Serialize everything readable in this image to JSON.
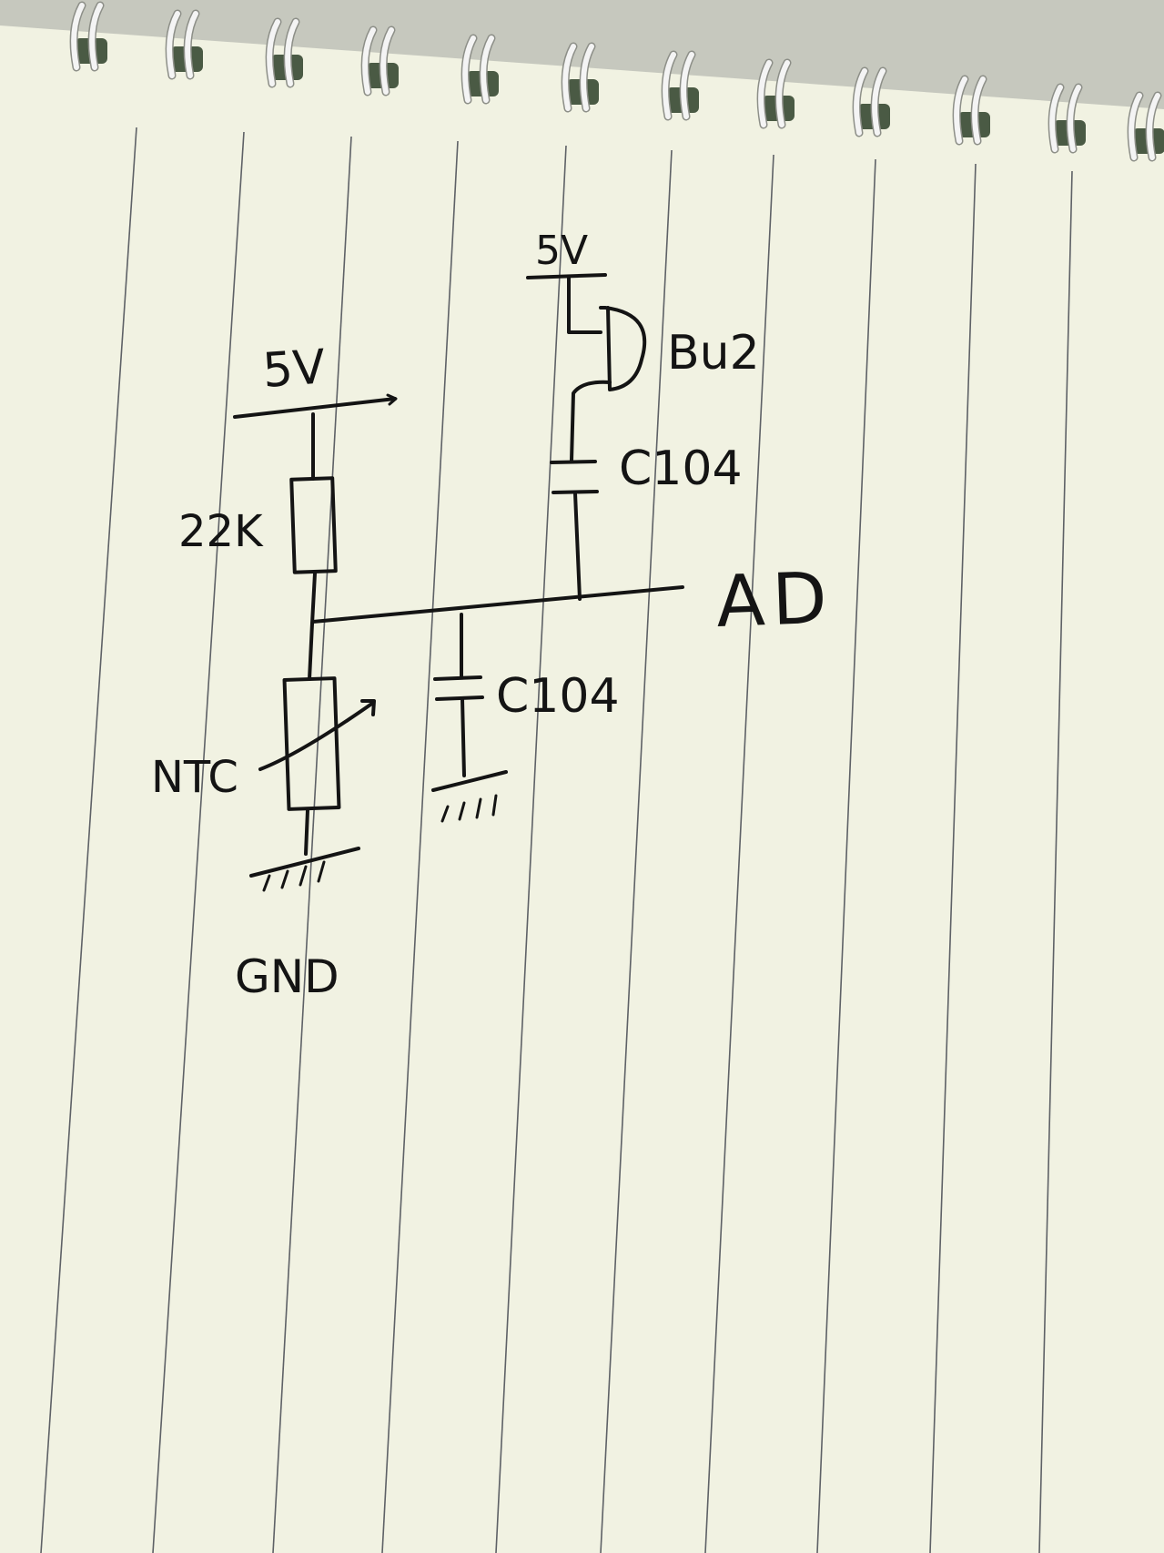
{
  "colors": {
    "paper": "#f1f2e2",
    "paper_edge": "#e3e4d2",
    "ruling": "#5e6166",
    "ink": "#141414",
    "spiral_wire": "#f4f4f4",
    "spiral_shadow": "#8d8f88",
    "punch_hole": "#4a5a44",
    "top_background": "#c6c8be"
  },
  "notebook": {
    "binding": "spiral",
    "ruling_orientation": "vertical"
  },
  "circuit": {
    "divider_branch": {
      "supply_label": "5V",
      "pullup_resistor_label": "22K",
      "thermistor_label": "NTC",
      "ground_label": "GND"
    },
    "filter_capacitor_label": "C104",
    "buzzer_branch": {
      "supply_label": "5V",
      "buzzer_label": "Bu2",
      "coupling_capacitor_label": "C104"
    },
    "output_label": "AD"
  }
}
